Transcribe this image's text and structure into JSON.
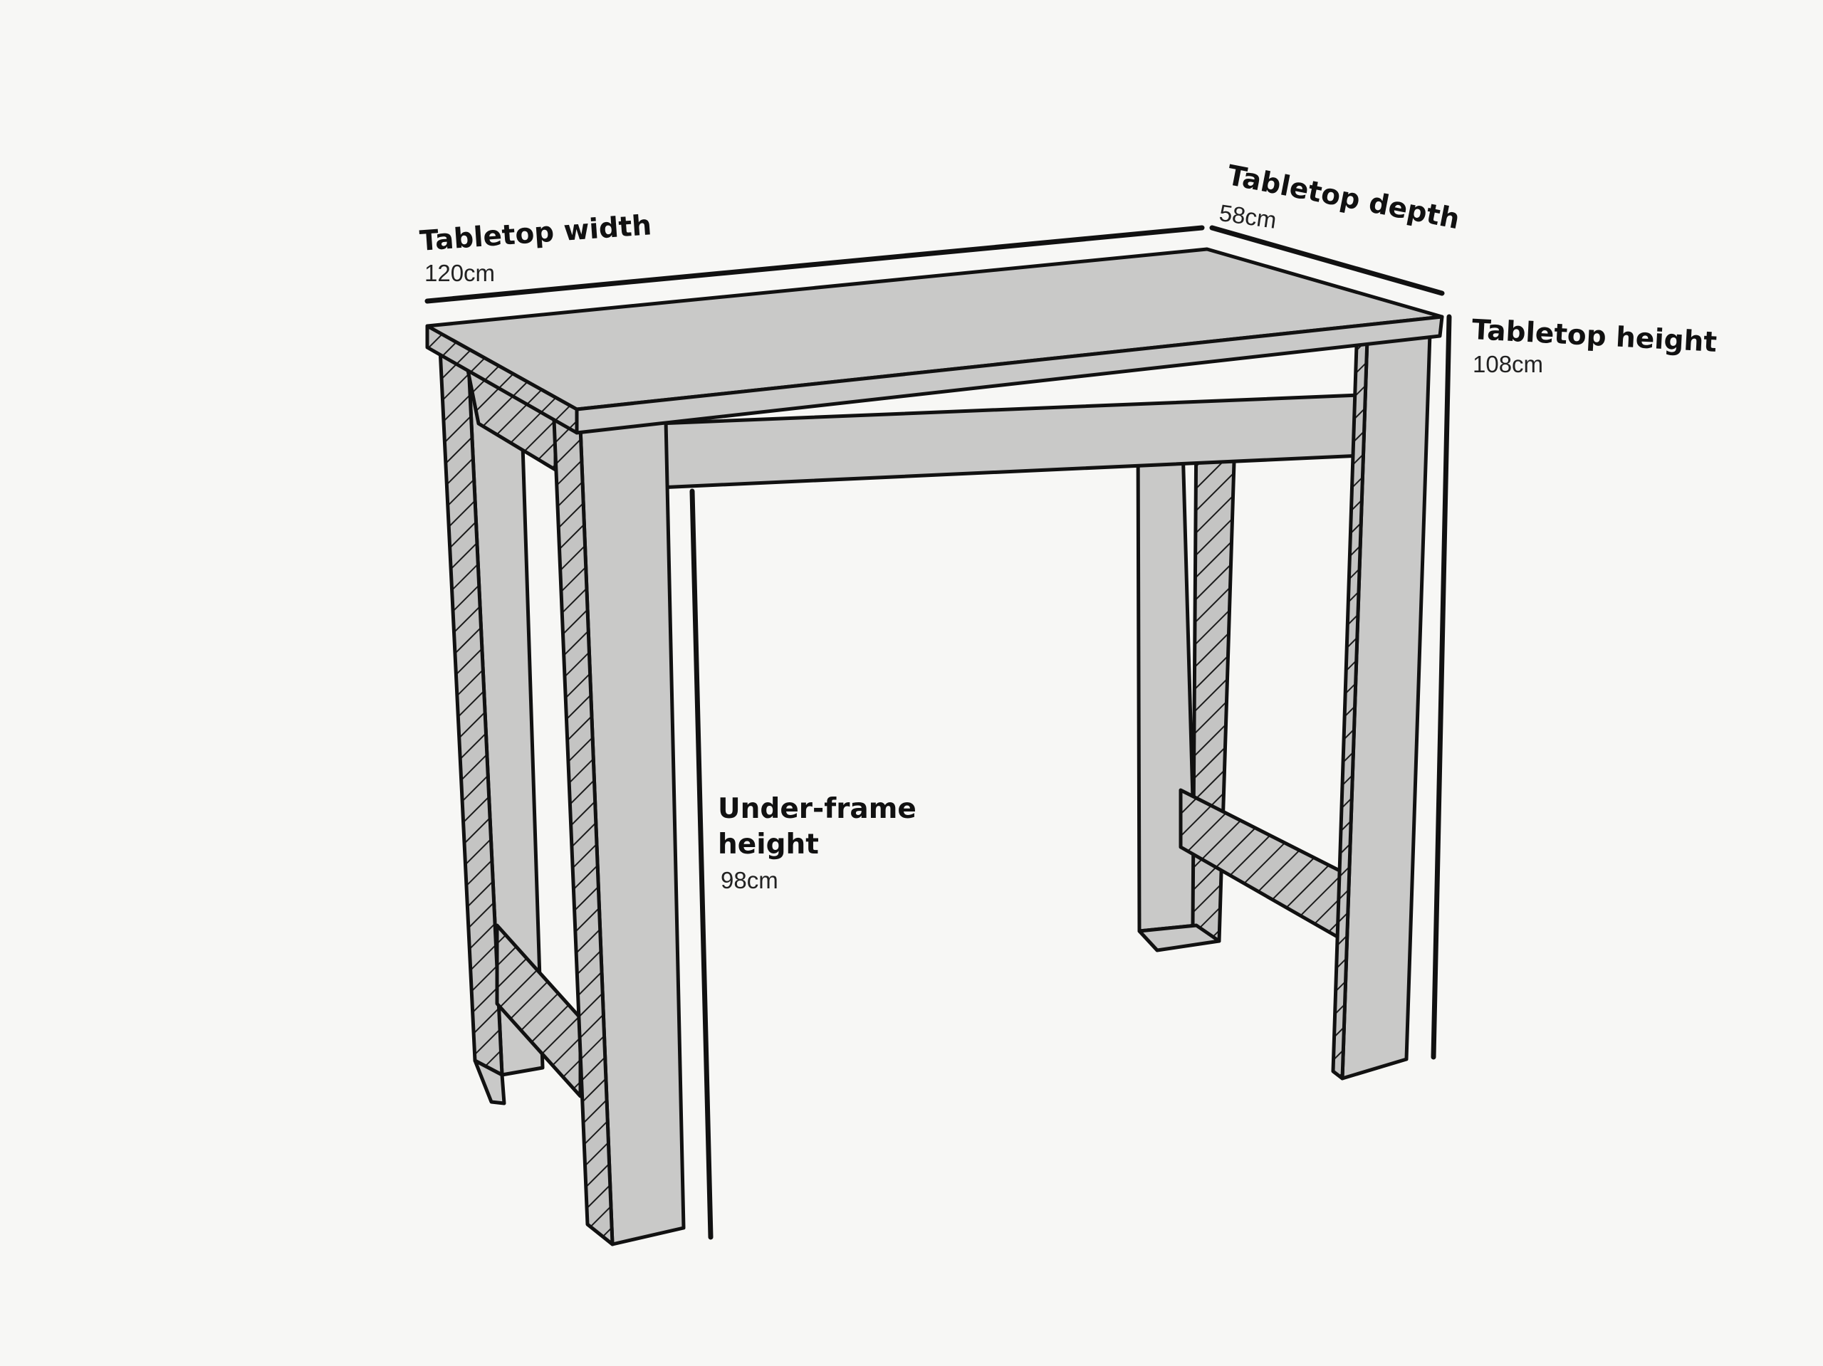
{
  "dimensions": {
    "width": {
      "label": "Tabletop width",
      "value": "120cm"
    },
    "depth": {
      "label": "Tabletop depth",
      "value": "58cm"
    },
    "height": {
      "label": "Tabletop height",
      "value": "108cm"
    },
    "underframe": {
      "label_line1": "Under-frame",
      "label_line2": "height",
      "value": "98cm"
    }
  },
  "colors": {
    "background": "#f7f7f5",
    "face": "#c9c9c8",
    "outline": "#111111",
    "hatch_fill": "#c4c4c3"
  }
}
